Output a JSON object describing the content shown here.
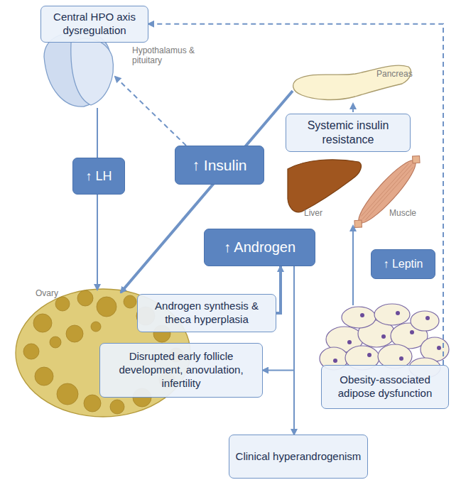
{
  "diagram": {
    "nodes": [
      {
        "text": [
          "Central HPO axis dysregulation"
        ]
      },
      {
        "text": [
          "↑ LH"
        ]
      },
      {
        "text": [
          "↑ Insulin"
        ]
      },
      {
        "text": [
          "Systemic insulin resistance"
        ]
      },
      {
        "text": [
          "↑ Androgen"
        ]
      },
      {
        "text": [
          "↑ Leptin"
        ]
      },
      {
        "text": [
          "Androgen synthesis & theca hyperplasia"
        ]
      },
      {
        "text": [
          "Disrupted early follicle development, anovulation, infertility"
        ]
      },
      {
        "text": [
          "Obesity-associated adipose dysfunction"
        ]
      },
      {
        "text": [
          "Clinical hyperandrogenism"
        ]
      }
    ],
    "edges": [
      {
        "from": 6,
        "to": 4,
        "arrow": "to"
      },
      {
        "from": 4,
        "to": 7,
        "arrow": "to"
      },
      {
        "from": 4,
        "to": 9,
        "arrow": "to"
      },
      {
        "from": 8,
        "to": 0,
        "arrow": "to"
      }
    ],
    "labels": [
      "Hypothalamus & pituitary",
      "Pancreas",
      "Liver",
      "Muscle",
      "Ovary"
    ]
  }
}
